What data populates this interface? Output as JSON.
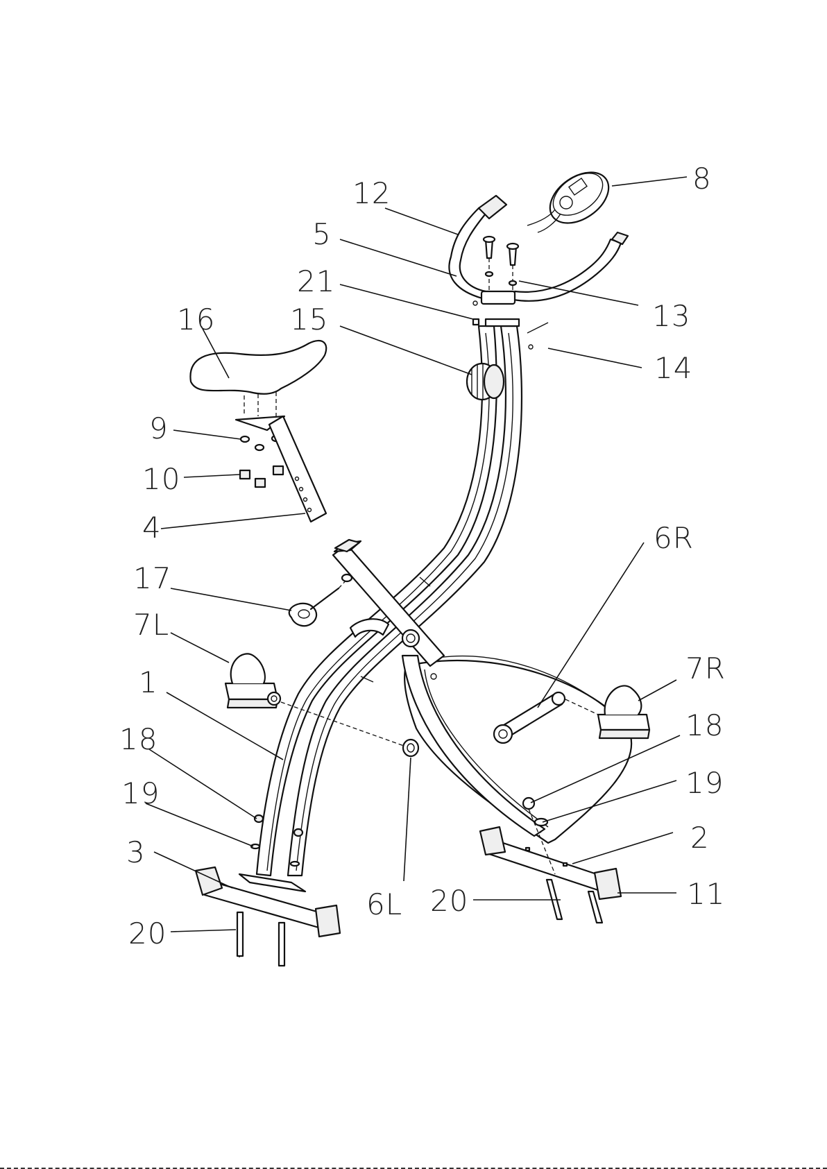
{
  "figure": {
    "labels": [
      {
        "id": "8",
        "text": "8"
      },
      {
        "id": "12",
        "text": "12"
      },
      {
        "id": "5",
        "text": "5"
      },
      {
        "id": "13",
        "text": "13"
      },
      {
        "id": "21",
        "text": "21"
      },
      {
        "id": "16",
        "text": "16"
      },
      {
        "id": "15",
        "text": "15"
      },
      {
        "id": "14",
        "text": "14"
      },
      {
        "id": "9",
        "text": "9"
      },
      {
        "id": "10",
        "text": "10"
      },
      {
        "id": "4",
        "text": "4"
      },
      {
        "id": "6R",
        "text": "6R"
      },
      {
        "id": "17",
        "text": "17"
      },
      {
        "id": "7L",
        "text": "7L"
      },
      {
        "id": "7R",
        "text": "7R"
      },
      {
        "id": "1",
        "text": "1"
      },
      {
        "id": "18a",
        "text": "18"
      },
      {
        "id": "18b",
        "text": "18"
      },
      {
        "id": "19a",
        "text": "19"
      },
      {
        "id": "19b",
        "text": "19"
      },
      {
        "id": "2",
        "text": "2"
      },
      {
        "id": "3",
        "text": "3"
      },
      {
        "id": "11",
        "text": "11"
      },
      {
        "id": "6L",
        "text": "6L"
      },
      {
        "id": "20a",
        "text": "20"
      },
      {
        "id": "20b",
        "text": "20"
      }
    ]
  }
}
